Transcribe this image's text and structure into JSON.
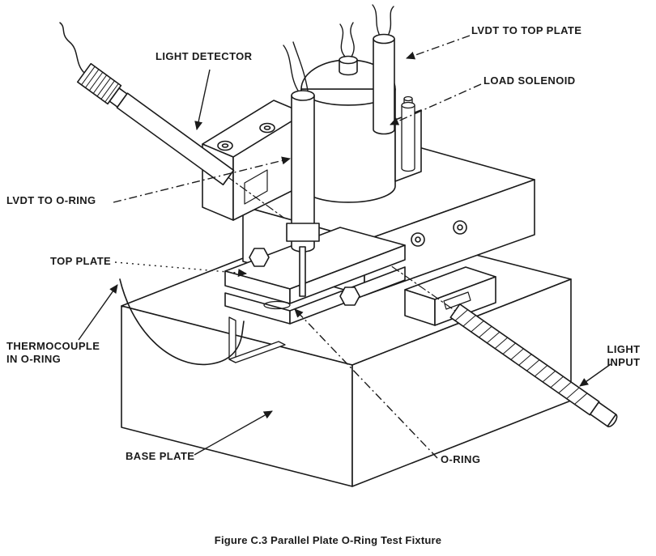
{
  "figure": {
    "caption": "Figure C.3  Parallel Plate O-Ring Test Fixture",
    "labels": {
      "light_detector": "LIGHT DETECTOR",
      "lvdt_to_top_plate": "LVDT TO TOP PLATE",
      "load_solenoid": "LOAD SOLENOID",
      "lvdt_to_o_ring": "LVDT TO O-RING",
      "top_plate": "TOP PLATE",
      "thermocouple_line1": "THERMOCOUPLE",
      "thermocouple_line2": "IN O-RING",
      "light_input_line1": "LIGHT",
      "light_input_line2": "INPUT",
      "base_plate": "BASE PLATE",
      "o_ring": "O-RING"
    },
    "colors": {
      "ink": "#1a1a1a",
      "paper": "#ffffff"
    }
  }
}
